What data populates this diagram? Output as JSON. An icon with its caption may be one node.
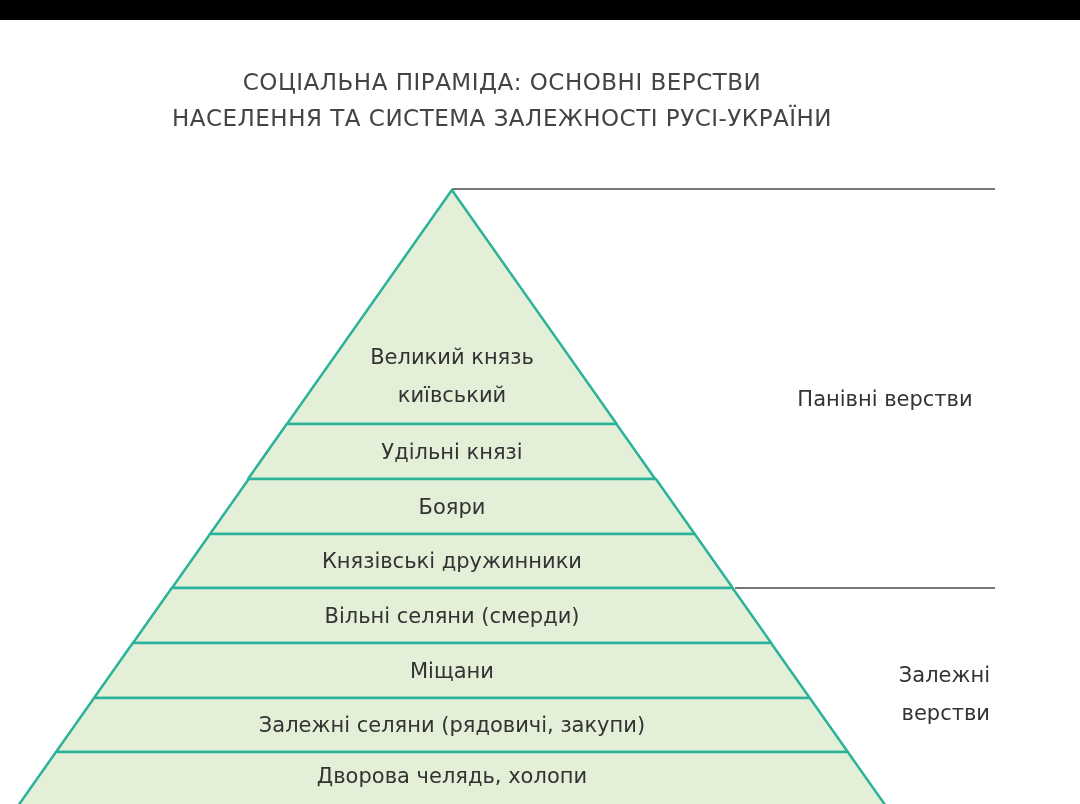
{
  "diagram": {
    "title": "СОЦІАЛЬНА ПІРАМІДА: ОСНОВНІ ВЕРСТВИ НАСЕЛЕННЯ ТА СИСТЕМА ЗАЛЕЖНОСТІ РУСІ-УКРАЇНИ",
    "nodes": [
      {
        "text": [
          "Великий князь київський"
        ]
      },
      {
        "text": [
          "Удільні князі"
        ]
      },
      {
        "text": [
          "Бояри"
        ]
      },
      {
        "text": [
          "Князівські дружинники"
        ]
      },
      {
        "text": [
          "Вільні селяни (смерди)"
        ]
      },
      {
        "text": [
          "Міщани"
        ]
      },
      {
        "text": [
          "Залежні селяни (рядовичі, закупи)"
        ]
      },
      {
        "text": [
          "Дворова челядь, холопи"
        ]
      }
    ],
    "labels": [
      "Панівні верстви",
      "Залежні верстви"
    ]
  }
}
